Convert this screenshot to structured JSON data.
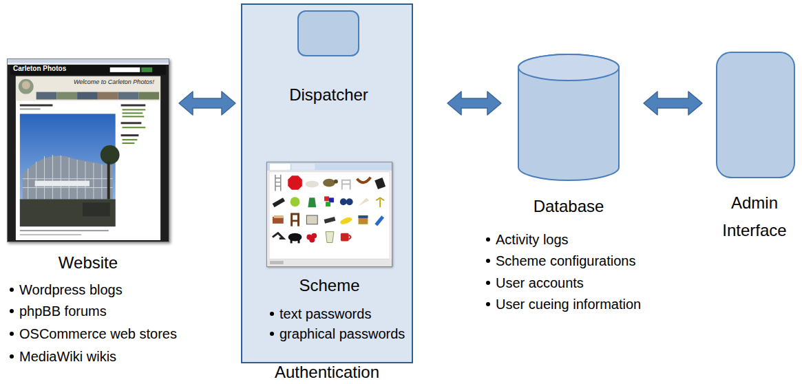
{
  "diagram": {
    "nodes": [
      {
        "text": [
          "Website",
          "Wordpress blogs",
          "phpBB forums",
          "OSCommerce web stores",
          "MediaWiki wikis"
        ]
      },
      {
        "text": [
          "Authentication"
        ]
      },
      {
        "text": [
          "Dispatcher"
        ],
        "in": 1
      },
      {
        "text": [
          "Scheme",
          "text passwords",
          "graphical passwords"
        ],
        "in": 1
      },
      {
        "text": [
          "Database",
          "Activity logs",
          "Scheme configurations",
          "User accounts",
          "User cueing information"
        ]
      },
      {
        "text": [
          "Admin Interface"
        ]
      }
    ],
    "edges": [
      {
        "from": 0,
        "to": 1,
        "arrow": "both"
      },
      {
        "from": 2,
        "to": 3,
        "arrow": "both"
      },
      {
        "from": 1,
        "to": 4,
        "arrow": "both"
      },
      {
        "from": 4,
        "to": 5,
        "arrow": "both"
      }
    ],
    "labels": [
      "Carleton Photos",
      "Welcome to Carleton Photos!"
    ]
  }
}
